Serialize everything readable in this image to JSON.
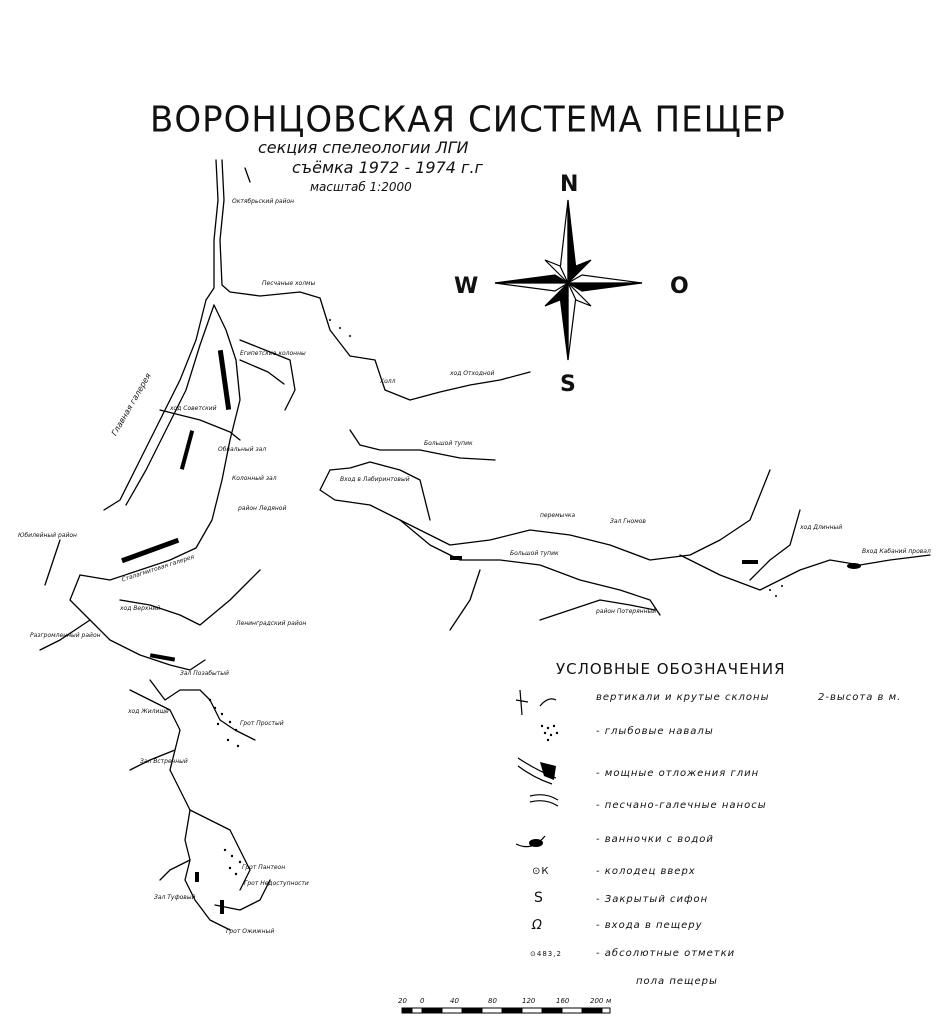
{
  "title": "ВОРОНЦОВСКАЯ СИСТЕМА ПЕЩЕР",
  "subtitle": "секция спелеологии ЛГИ",
  "survey": "съёмка 1972 - 1974 г.г",
  "scale": "масштаб 1:2000",
  "compass": {
    "n": "N",
    "s": "S",
    "w": "W",
    "e": "O"
  },
  "map_labels": {
    "oktyabrsky": "Октябрьский район",
    "peschanye_kholmy": "Песчаные холмы",
    "egipetskie": "Египетские колонны",
    "glavnaya_galereya": "Главная галерея",
    "khod_sovetskoy": "ход Советский",
    "kolonny_zal": "Колонный зал",
    "obvalny_zal": "Обвальный зал",
    "rayon_ledyanoy": "район Ледяной",
    "kholl": "Холл",
    "khod_otkhodnoy": "ход Отходной",
    "bolshoy_tupik_1": "Большой тупик",
    "vkhod_labirint": "Вход в Лабиринтовый",
    "yubileyny": "Юбилейный район",
    "stalagmit": "Сталагмитовая галерея",
    "khod_verkhniy": "ход Верхний",
    "razgromlenny": "Разгромленный район",
    "leningradsky": "Ленинградский район",
    "zal_pozabyty": "Зал Позабытый",
    "khod_zhilishche": "ход Жилище",
    "grot_prostorny": "Грот Простый",
    "zal_vstrechny": "Зал Встречный",
    "peremychka": "перемычка",
    "zal_gnomov": "Зал Гномов",
    "bolshoy_tupik_2": "Большой тупик",
    "rayon_poteryanny": "район Потерянный",
    "khod_dlinny": "ход Длинный",
    "vkhod_kabaniy": "Вход Кабаний провал",
    "grot_panteon": "Грот Пантеон",
    "zal_tufovy": "Зал Туфовый",
    "grot_nedostupnosti": "Грот Недоступности",
    "grot_ozhizhny": "Грот Ожижный"
  },
  "legend": {
    "title": "УСЛОВНЫЕ ОБОЗНАЧЕНИЯ",
    "items": [
      {
        "symbol": "vertical-slope-icon",
        "text": "вертикали и крутые склоны",
        "extra": "2-высота в м."
      },
      {
        "symbol": "boulder-icon",
        "text": "- глыбовые навалы"
      },
      {
        "symbol": "clay-deposit-icon",
        "text": "- мощные отложения глин"
      },
      {
        "symbol": "sand-gravel-icon",
        "text": "- песчано-галечные наносы"
      },
      {
        "symbol": "water-bath-icon",
        "text": "- ванночки с водой"
      },
      {
        "symbol": "well-up-icon",
        "glyph": "⊙К",
        "text": "- колодец вверх"
      },
      {
        "symbol": "siphon-icon",
        "glyph": "S",
        "text": "- Закрытый сифон"
      },
      {
        "symbol": "entrance-icon",
        "glyph": "Ω",
        "text": "- входа в пещеру"
      },
      {
        "symbol": "elevation-mark-icon",
        "glyph": "⊙483,2",
        "text": "- абсолютные отметки"
      }
    ],
    "last_line": "пола пещеры"
  },
  "scalebar": {
    "ticks": [
      "20",
      "0",
      "40",
      "80",
      "120",
      "160",
      "200"
    ],
    "unit": "м"
  }
}
